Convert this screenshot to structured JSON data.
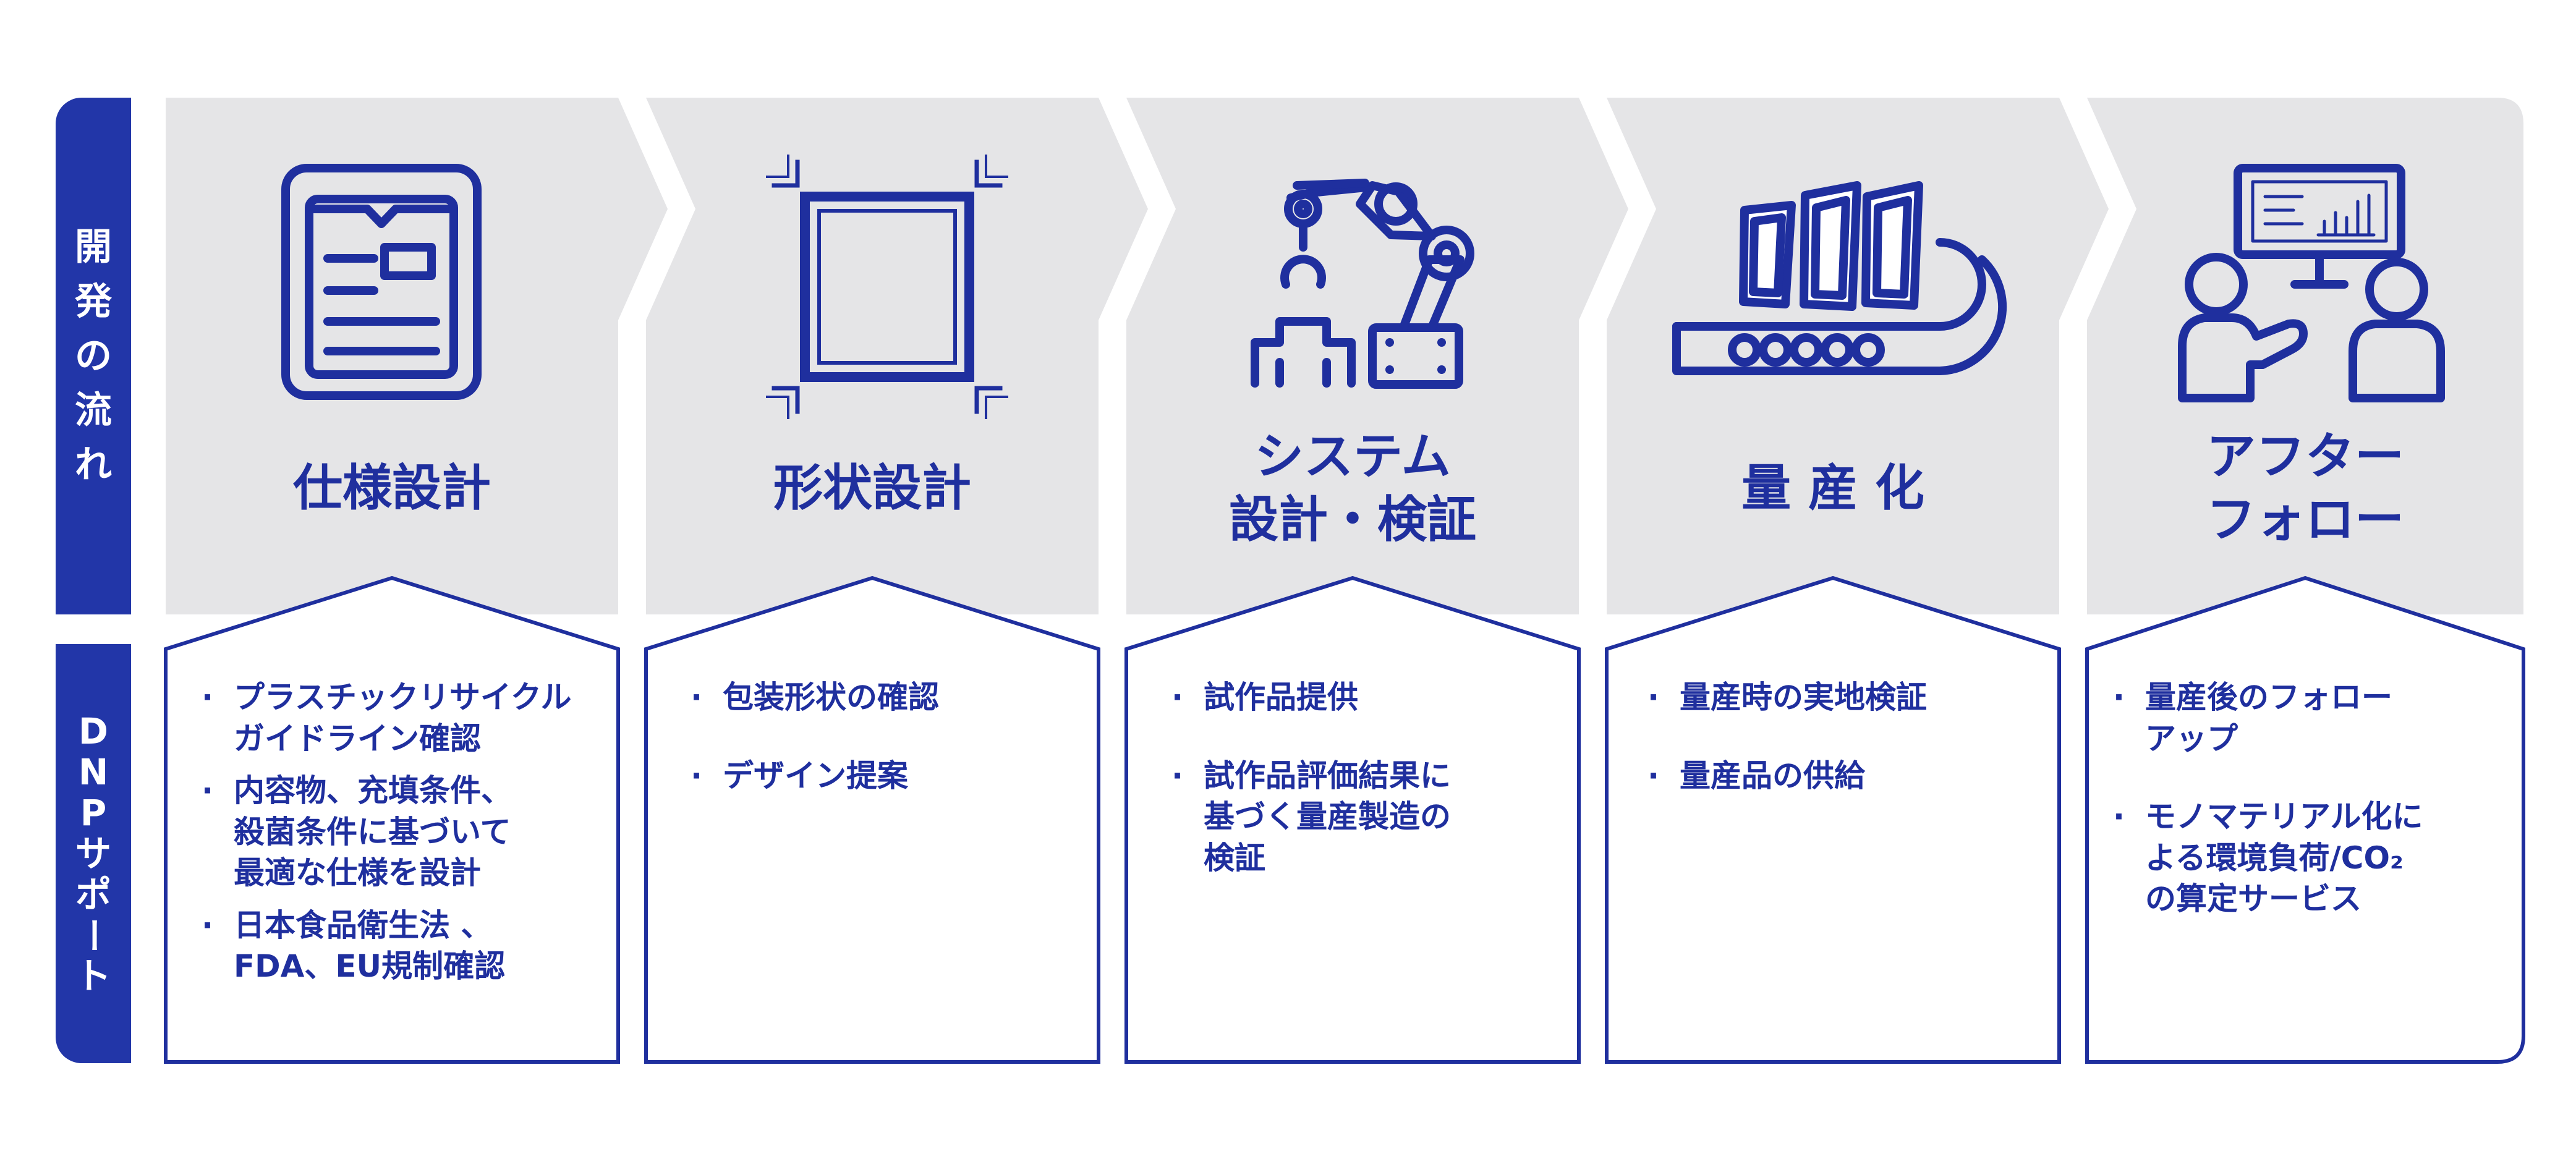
{
  "labels": {
    "flow": [
      "開",
      "発",
      "の",
      "流",
      "れ"
    ],
    "support": [
      "D",
      "N",
      "P",
      "サ",
      "ポ",
      "ー",
      "ト"
    ]
  },
  "stages": [
    {
      "title": "仕様設計",
      "icon": "document-icon",
      "items": [
        "プラスチックリサイクル\nガイドライン確認",
        "内容物、充填条件、\n殺菌条件に基づいて\n最適な仕様を設計",
        "日本食品衛生法 、\nFDA、EU規制確認"
      ]
    },
    {
      "title": "形状設計",
      "icon": "frame-icon",
      "items": [
        "包装形状の確認",
        "デザイン提案"
      ]
    },
    {
      "title": "システム\n設計・検証",
      "icon": "robot-arm-icon",
      "items": [
        "試作品提供",
        "試作品評価結果に\n基づく量産製造の\n検証"
      ]
    },
    {
      "title": "量 産 化",
      "icon": "conveyor-icon",
      "items": [
        "量産時の実地検証",
        "量産品の供給"
      ]
    },
    {
      "title": "アフター\nフォロー",
      "icon": "presentation-icon",
      "items": [
        "量産後のフォロー\nアップ",
        "モノマテリアル化に\nよる環境負荷/CO₂\nの算定サービス"
      ]
    }
  ],
  "colors": {
    "primary": "#1f2f9e",
    "label_bg": "#2236a8",
    "arrow_bg": "#e5e5e7",
    "card_bg": "#ffffff"
  }
}
